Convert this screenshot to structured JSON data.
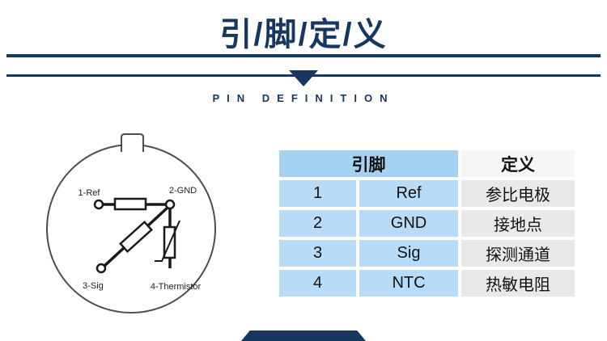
{
  "header": {
    "title": "引/脚/定/义",
    "subtitle": "PIN DEFINITION"
  },
  "diagram": {
    "pin_labels": {
      "p1": "1-Ref",
      "p2": "2-GND",
      "p3": "3-Sig",
      "p4": "4-Thermistor"
    }
  },
  "table": {
    "header_pin": "引脚",
    "header_def": "定义",
    "rows": [
      {
        "num": "1",
        "name": "Ref",
        "def": "参比电极"
      },
      {
        "num": "2",
        "name": "GND",
        "def": "接地点"
      },
      {
        "num": "3",
        "name": "Sig",
        "def": "探测通道"
      },
      {
        "num": "4",
        "name": "NTC",
        "def": "热敏电阻"
      }
    ]
  },
  "colors": {
    "navy": "#16375f",
    "header_blue": "#a6d2f2",
    "row_blue": "#b8dcf8",
    "row_gray": "#e9e9e9"
  }
}
